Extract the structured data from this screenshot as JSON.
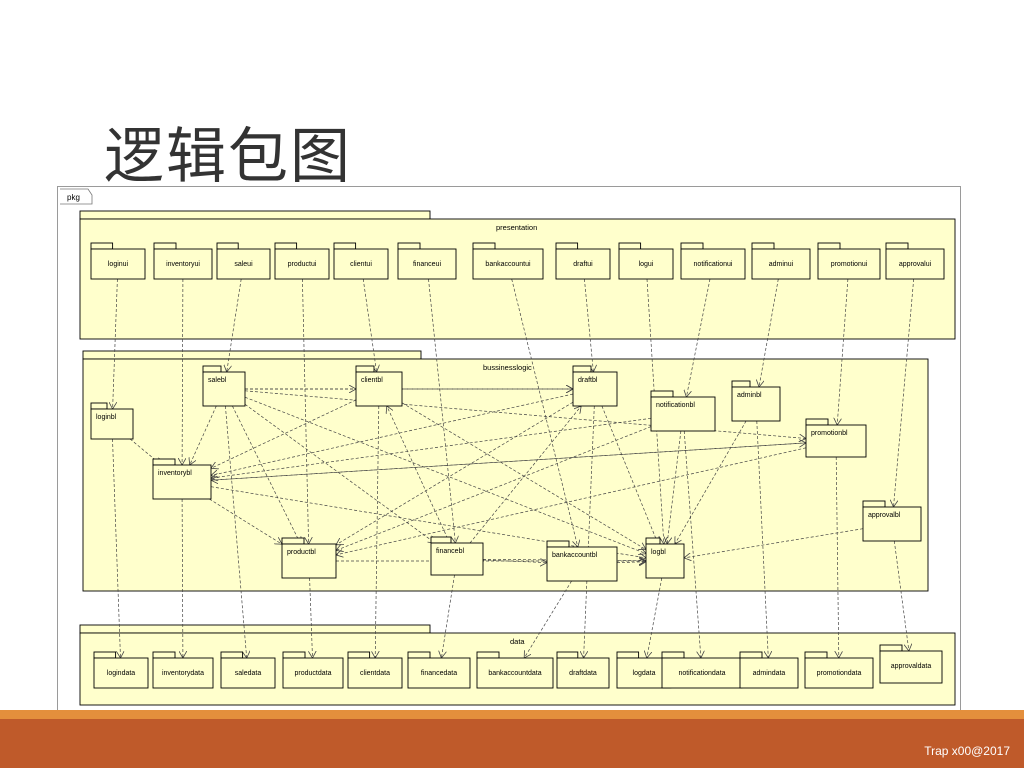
{
  "slide": {
    "title": "逻辑包图",
    "footer": "Trap x00@2017"
  },
  "diagram": {
    "frame_label": "pkg",
    "layers": [
      {
        "id": "presentation",
        "label": "presentation"
      },
      {
        "id": "businesslogic",
        "label": "bussinesslogic"
      },
      {
        "id": "data",
        "label": "data"
      }
    ],
    "packages": {
      "presentation": [
        "loginui",
        "inventoryui",
        "saleui",
        "productui",
        "clientui",
        "financeui",
        "bankaccountui",
        "draftui",
        "logui",
        "notificationui",
        "adminui",
        "promotionui",
        "approvalui"
      ],
      "businesslogic": [
        "salebl",
        "clientbl",
        "draftbl",
        "loginbl",
        "notificationbl",
        "adminbl",
        "promotionbl",
        "inventorybl",
        "approvalbl",
        "productbl",
        "financebl",
        "bankaccountbl",
        "logbl"
      ],
      "data": [
        "logindata",
        "inventorydata",
        "saledata",
        "productdata",
        "clientdata",
        "financedata",
        "bankaccountdata",
        "draftdata",
        "logdata",
        "notificationdata",
        "admindata",
        "promotiondata",
        "approvaldata"
      ]
    },
    "colors": {
      "package_fill": "#ffffcc",
      "stroke": "#000000",
      "dependency": "#444444"
    }
  }
}
